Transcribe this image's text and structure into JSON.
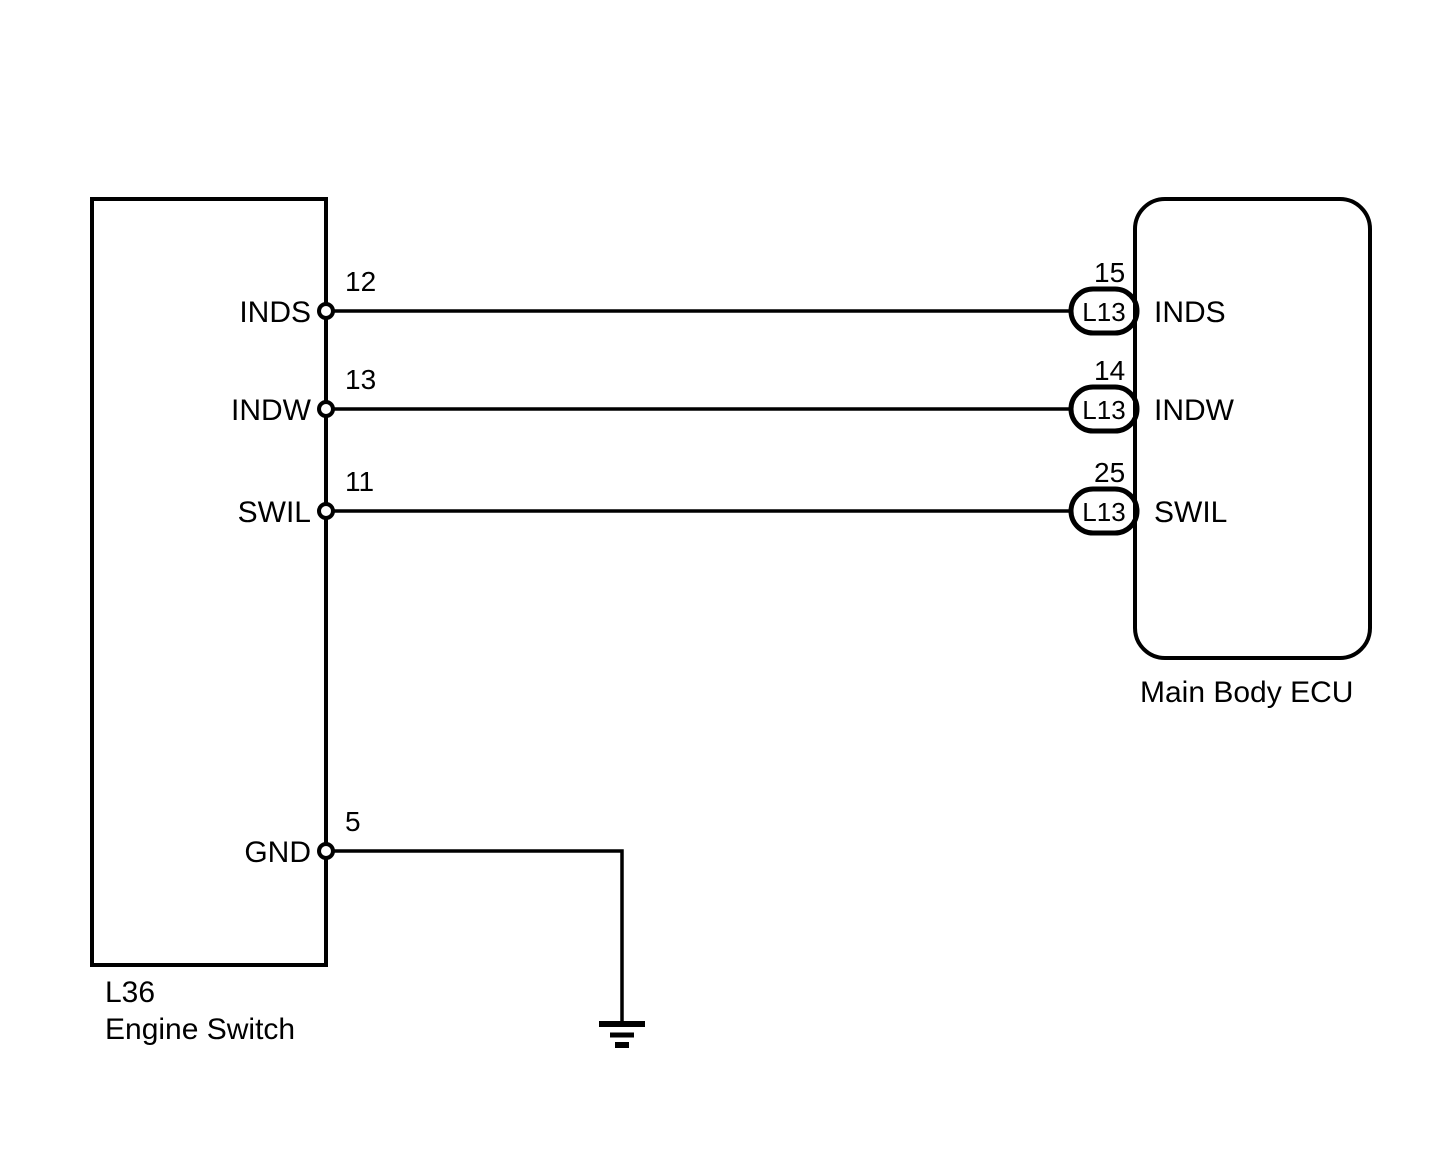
{
  "diagram": {
    "title_visible": false,
    "background_color": "#ffffff",
    "line_color": "#000000",
    "left_component": {
      "code": "L36",
      "name": "Engine Switch",
      "terminals": [
        {
          "signal": "INDS",
          "pin": "12"
        },
        {
          "signal": "INDW",
          "pin": "13"
        },
        {
          "signal": "SWIL",
          "pin": "11"
        },
        {
          "signal": "GND",
          "pin": "5"
        }
      ]
    },
    "right_component": {
      "name": "Main Body ECU",
      "terminals": [
        {
          "connector": "L13",
          "pin": "15",
          "signal": "INDS"
        },
        {
          "connector": "L13",
          "pin": "14",
          "signal": "INDW"
        },
        {
          "connector": "L13",
          "pin": "25",
          "signal": "SWIL"
        }
      ]
    },
    "ground": {
      "symbol_name": "chassis-ground",
      "connected_from": "GND"
    },
    "connections": [
      {
        "from_pin": "12",
        "from_signal": "INDS",
        "to_pin": "15",
        "to_signal": "INDS",
        "to_connector": "L13"
      },
      {
        "from_pin": "13",
        "from_signal": "INDW",
        "to_pin": "14",
        "to_signal": "INDW",
        "to_connector": "L13"
      },
      {
        "from_pin": "11",
        "from_signal": "SWIL",
        "to_pin": "25",
        "to_signal": "SWIL",
        "to_connector": "L13"
      },
      {
        "from_pin": "5",
        "from_signal": "GND",
        "to_pin": "",
        "to_signal": "ground",
        "to_connector": ""
      }
    ]
  }
}
